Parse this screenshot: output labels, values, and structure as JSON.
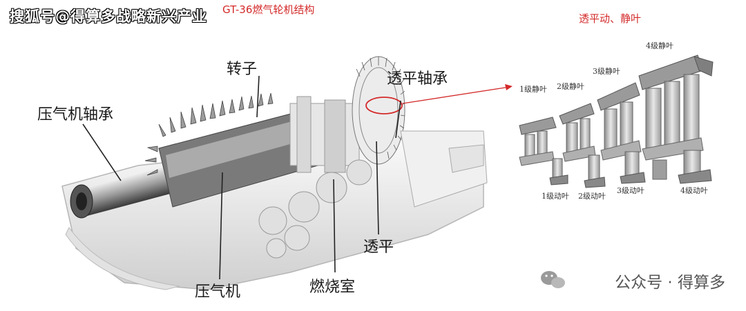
{
  "watermark": "搜狐号@得算多战略新兴产业",
  "main_title": "GT-36燃气轮机结构",
  "side_title": "透平动、静叶",
  "labels": {
    "rotor": "转子",
    "compressor_bearing": "压气机轴承",
    "turbine_bearing": "透平轴承",
    "turbine": "透平",
    "compressor": "压气机",
    "combustor": "燃烧室"
  },
  "vane_labels": [
    "1级静叶",
    "2级静叶",
    "3级静叶",
    "4级静叶"
  ],
  "blade_labels": [
    "1级动叶",
    "2级动叶",
    "3级动叶",
    "4级动叶"
  ],
  "brand": "公众号 · 得算多",
  "colors": {
    "accent_red": "#d42a2a"
  }
}
